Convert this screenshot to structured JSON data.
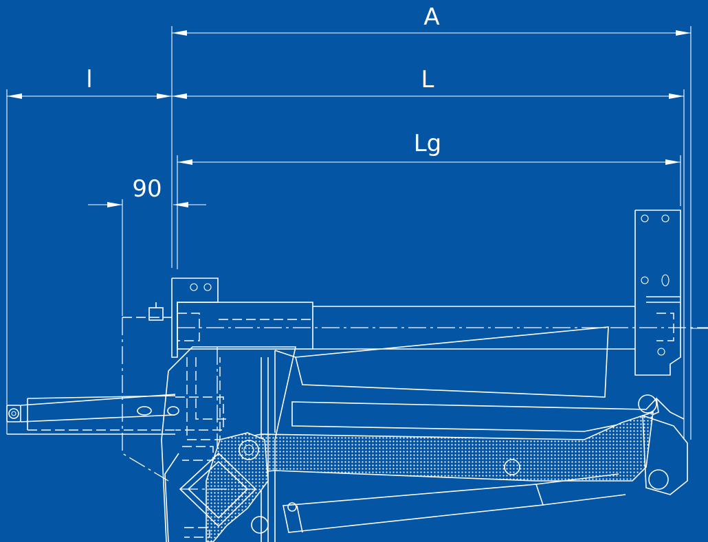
{
  "dimensions": [
    {
      "key": "A",
      "label": "A"
    },
    {
      "key": "L",
      "label": "L"
    },
    {
      "key": "l",
      "label": "l"
    },
    {
      "key": "Lg",
      "label": "Lg"
    },
    {
      "key": "offset",
      "label": "90"
    }
  ],
  "colors": {
    "background": "#0455a4",
    "line": "#ffffff"
  }
}
